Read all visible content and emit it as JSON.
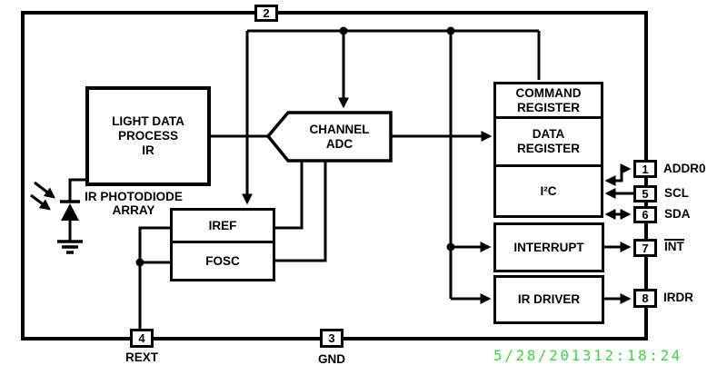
{
  "blocks": {
    "light_data": {
      "label": "LIGHT DATA\nPROCESS\nIR"
    },
    "channel_adc": {
      "label": "CHANNEL\nADC"
    },
    "command_register": {
      "label": "COMMAND\nREGISTER"
    },
    "data_register": {
      "label": "DATA\nREGISTER"
    },
    "i2c": {
      "label": "I²C"
    },
    "interrupt": {
      "label": "INTERRUPT"
    },
    "ir_driver": {
      "label": "IR DRIVER"
    },
    "iref": {
      "label": "IREF"
    },
    "fosc": {
      "label": "FOSC"
    }
  },
  "labels": {
    "photodiode_array": "IR PHOTODIODE\nARRAY"
  },
  "pins": {
    "p2": {
      "number": "2",
      "label": ""
    },
    "addr0": {
      "number": "1",
      "label": "ADDR0"
    },
    "scl": {
      "number": "5",
      "label": "SCL"
    },
    "sda": {
      "number": "6",
      "label": "SDA"
    },
    "int": {
      "number": "7",
      "label": "INT"
    },
    "irdr": {
      "number": "8",
      "label": "IRDR"
    },
    "rext": {
      "number": "4",
      "label": "REXT"
    },
    "gnd": {
      "number": "3",
      "label": "GND"
    }
  },
  "footer": {
    "timestamp": "5/28/201312:18:24"
  },
  "colors": {
    "line": "#000000",
    "background": "#ffffff",
    "timestamp_green": "#3ed43e"
  }
}
